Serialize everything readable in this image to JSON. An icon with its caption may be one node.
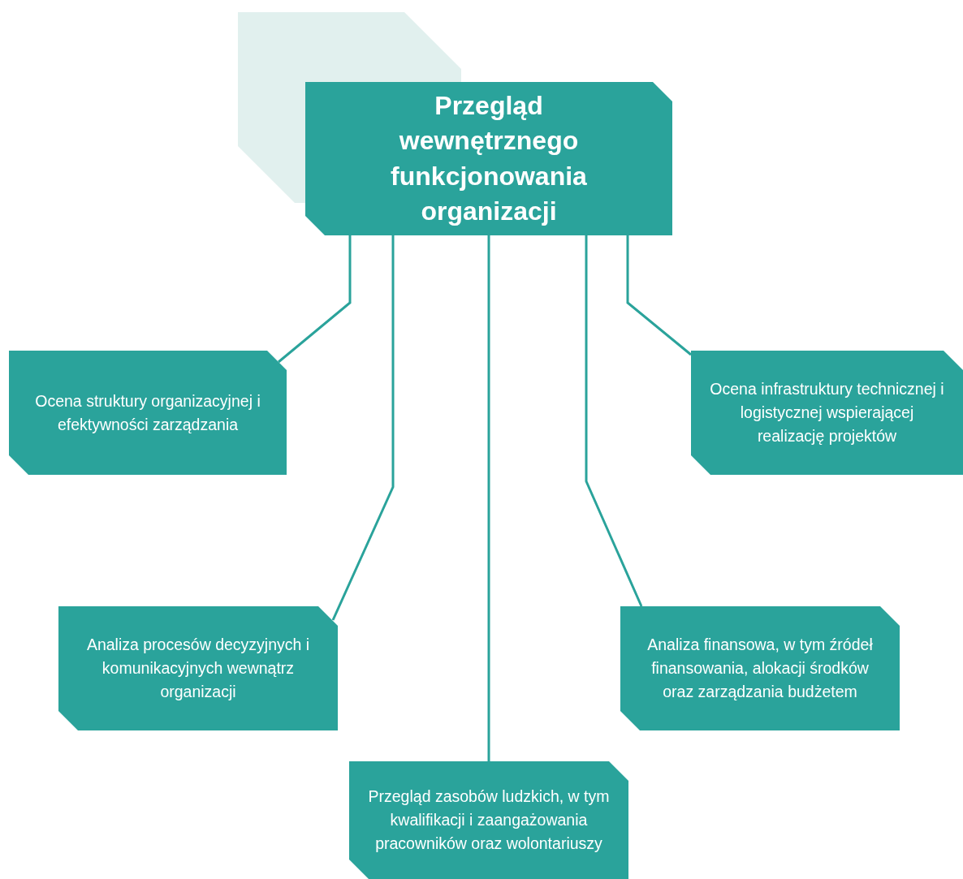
{
  "diagram": {
    "nodes": [
      {
        "text": [
          "Przegląd wewnętrznego funkcjonowania organizacji"
        ]
      },
      {
        "text": [
          "Ocena struktury organizacyjnej i efektywności zarządzania"
        ]
      },
      {
        "text": [
          "Ocena infrastruktury technicznej i logistycznej wspierającej realizację projektów"
        ]
      },
      {
        "text": [
          "Analiza procesów decyzyjnych i komunikacyjnych wewnątrz organizacji"
        ]
      },
      {
        "text": [
          "Analiza finansowa, w tym źródeł finansowania, alokacji środków oraz zarządzania budżetem"
        ]
      },
      {
        "text": [
          "Przegląd zasobów ludzkich, w tym kwalifikacji i zaangażowania pracowników oraz wolontariuszy"
        ]
      }
    ],
    "edges": [
      {
        "from": 0,
        "to": 1,
        "arrow": "none"
      },
      {
        "from": 0,
        "to": 3,
        "arrow": "none"
      },
      {
        "from": 0,
        "to": 5,
        "arrow": "none"
      },
      {
        "from": 0,
        "to": 4,
        "arrow": "none"
      },
      {
        "from": 0,
        "to": 2,
        "arrow": "none"
      }
    ]
  }
}
